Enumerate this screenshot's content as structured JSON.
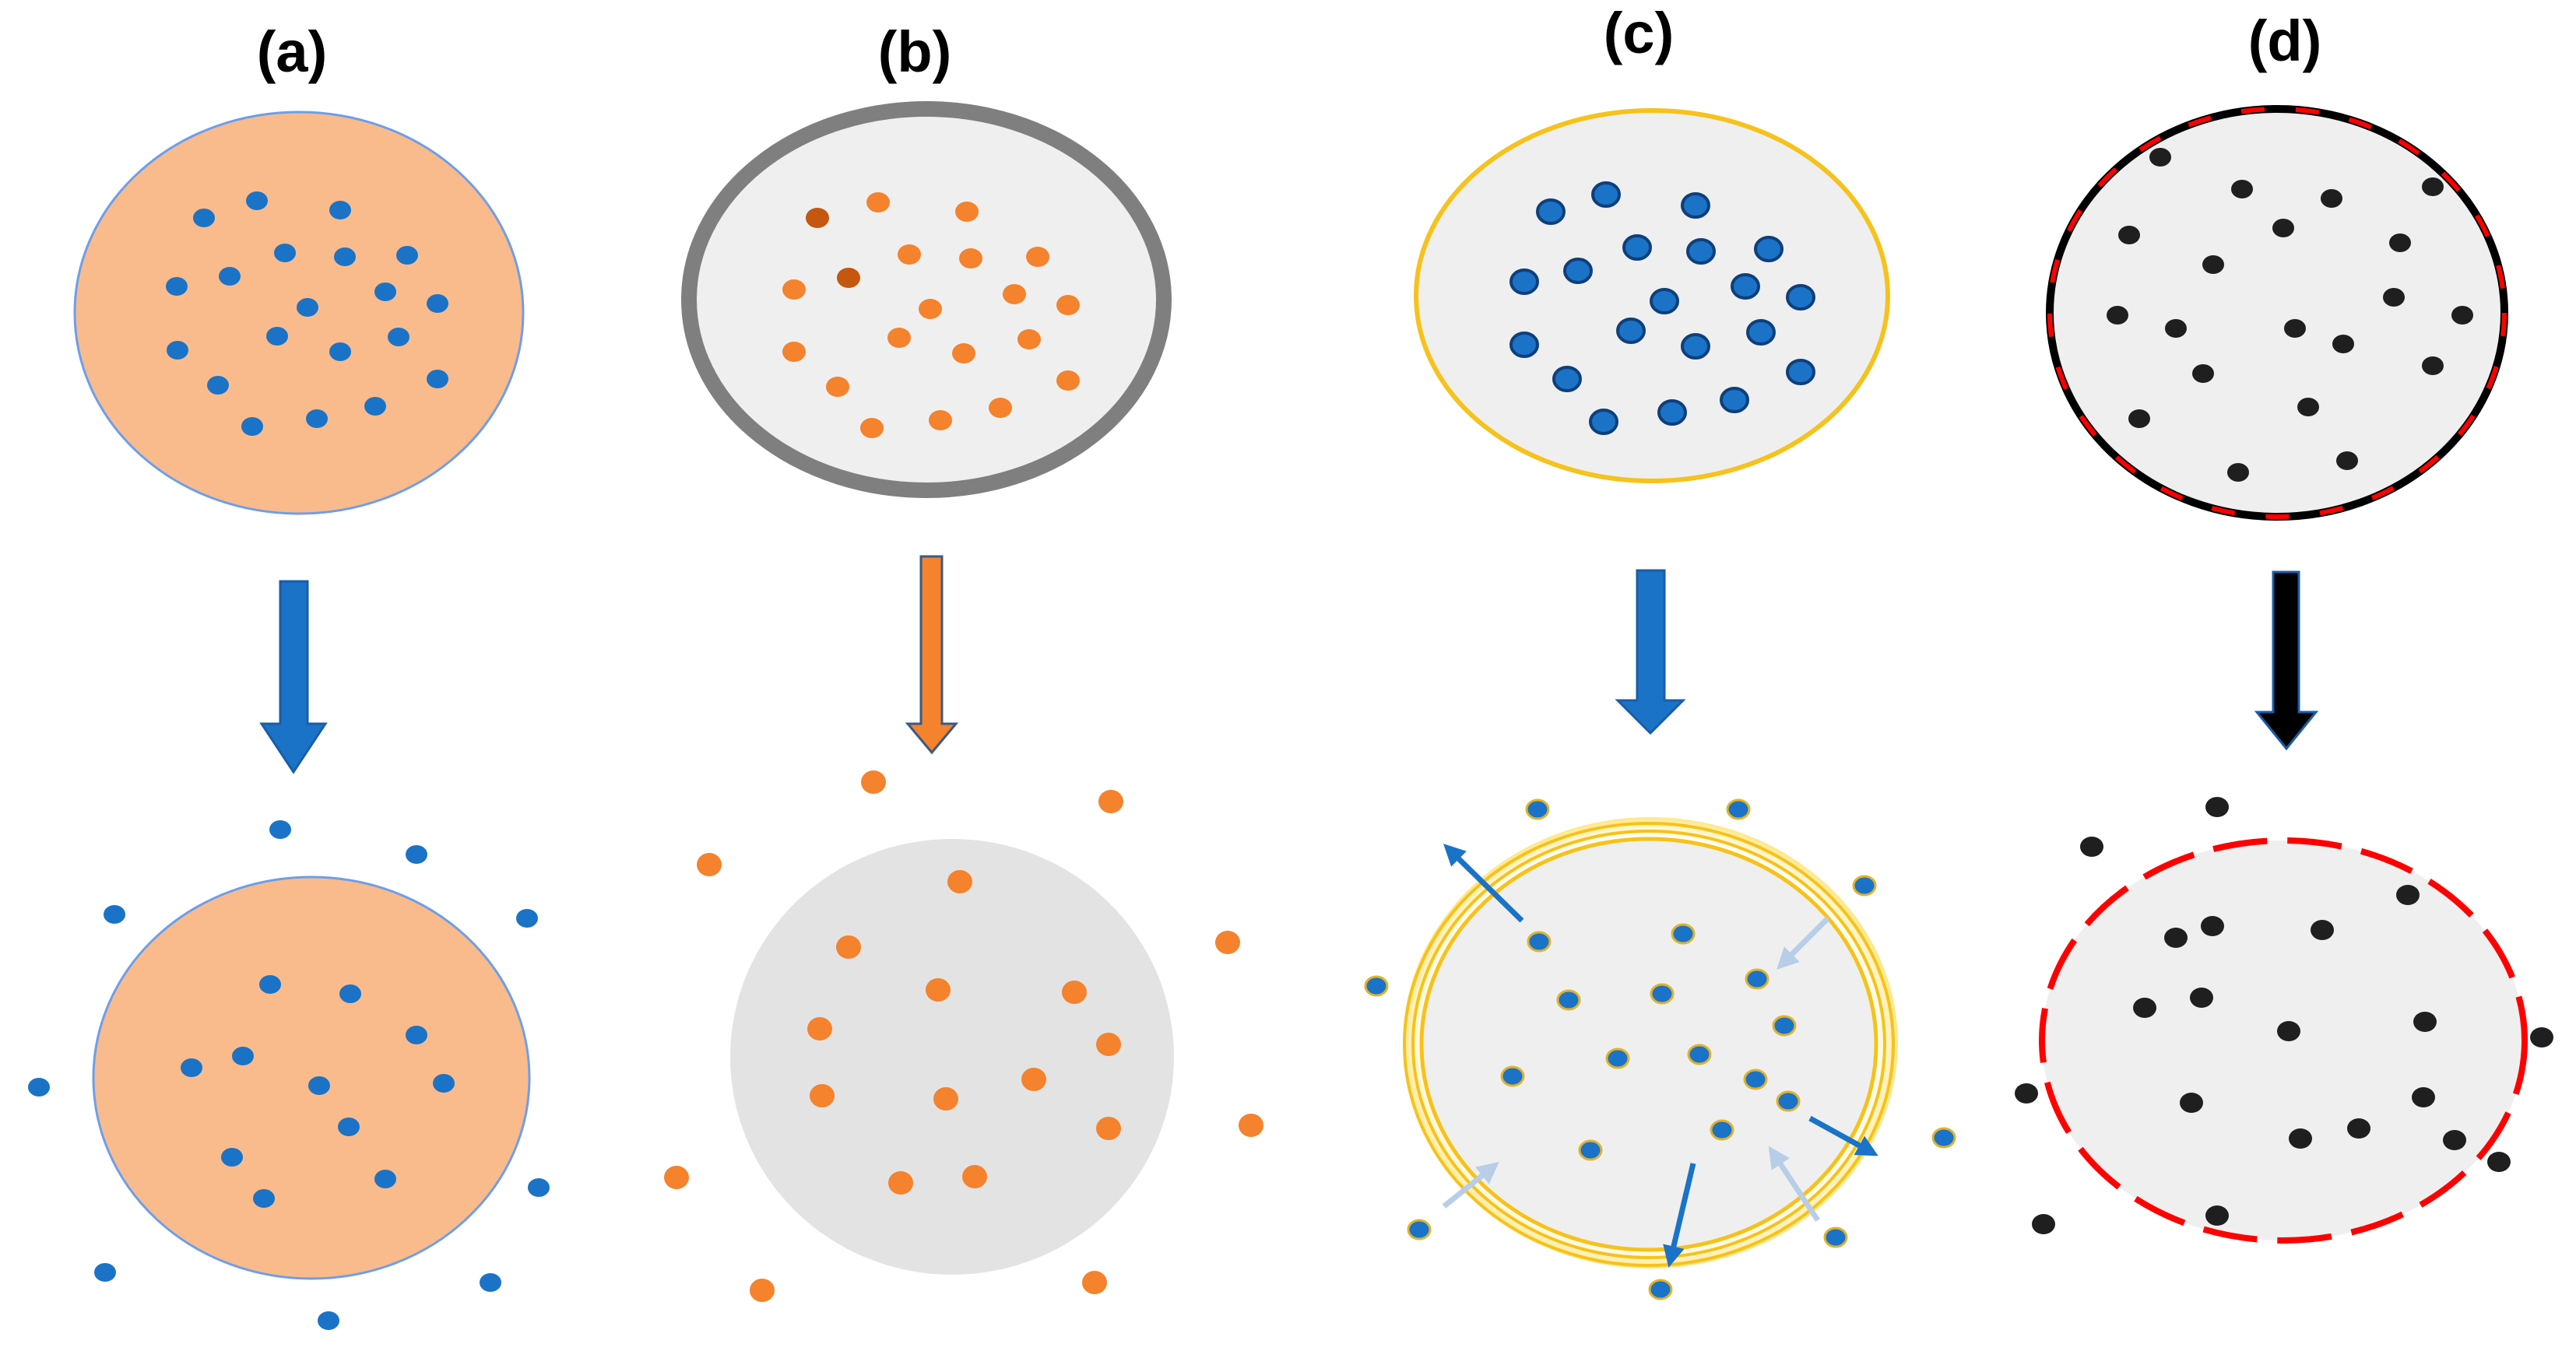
{
  "panels": [
    {
      "id": "a",
      "label": "(a)",
      "before": {
        "fill": "#F9BB8C",
        "outline": "#6D9EEB",
        "particle": "#1A73C7"
      },
      "arrow": {
        "fill": "#1A73C7",
        "outline": "#1A5DA6"
      },
      "after": {
        "fill": "#F9BB8C",
        "outline": "#6D9EEB",
        "particle": "#1A73C7"
      }
    },
    {
      "id": "b",
      "label": "(b)",
      "before": {
        "fill": "#EFEFEF",
        "outline": "#7F7F7F",
        "particle": "#F5822C",
        "accent_particle": "#C5570F"
      },
      "arrow": {
        "fill": "#F5822C",
        "outline": "#3C5A82"
      },
      "after": {
        "fill": "#E3E3E3",
        "outline": "none",
        "particle": "#F5822C"
      }
    },
    {
      "id": "c",
      "label": "(c)",
      "before": {
        "fill": "#EFEFEF",
        "outline": "#F6C21B",
        "particle": "#1A73C7",
        "particle_edge": "#0F3F7A"
      },
      "arrow": {
        "fill": "#1A73C7",
        "outline": "#1A5DA6"
      },
      "after": {
        "fill": "#EFEFEF",
        "rings": "#F6C21B",
        "particle": "#1A73C7",
        "particle_edge": "#E0B22B",
        "out_arrow": "#1A73C7",
        "in_arrow": "#B7CDE8"
      }
    },
    {
      "id": "d",
      "label": "(d)",
      "before": {
        "fill": "#EFEFEF",
        "outline": "#000000",
        "dash": "#FF0000",
        "particle": "#1F1F1F"
      },
      "arrow": {
        "fill": "#000000",
        "outline": "#1A5DA6"
      },
      "after": {
        "fill": "#EFEFEF",
        "dash": "#FF0000",
        "particle": "#1F1F1F"
      }
    }
  ]
}
